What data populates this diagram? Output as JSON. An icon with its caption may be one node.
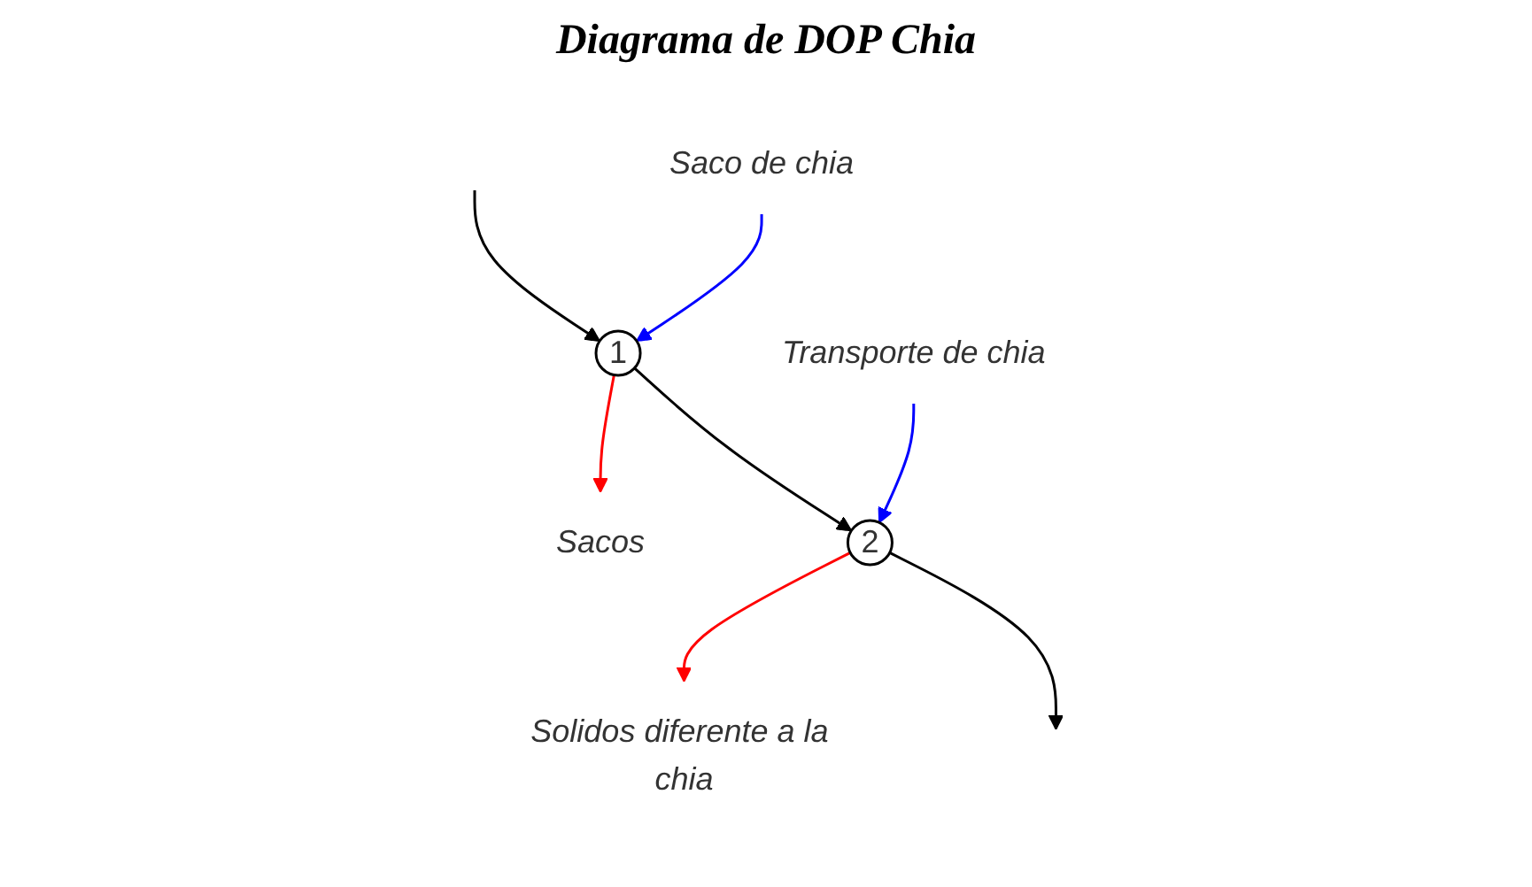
{
  "diagram": {
    "title": "Diagrama de DOP Chia",
    "nodes": [
      {
        "text": [
          "Saco de chia"
        ]
      },
      {
        "text": [
          "1"
        ]
      },
      {
        "text": [
          "Sacos"
        ]
      },
      {
        "text": [
          "Transporte de chia"
        ]
      },
      {
        "text": [
          "2"
        ]
      },
      {
        "text": [
          "Solidos diferente a la chia"
        ]
      }
    ],
    "edges": [
      {
        "from": null,
        "to": 1,
        "arrow": "to"
      },
      {
        "from": 0,
        "to": 1,
        "arrow": "to",
        "color": "#0000ff"
      },
      {
        "from": 1,
        "to": 4,
        "arrow": "to"
      },
      {
        "from": 1,
        "to": 2,
        "arrow": "to",
        "color": "#ff0000"
      },
      {
        "from": 3,
        "to": 4,
        "arrow": "to",
        "color": "#0000ff"
      },
      {
        "from": 4,
        "to": 5,
        "arrow": "to",
        "color": "#ff0000"
      },
      {
        "from": 4,
        "to": null,
        "arrow": "to"
      }
    ]
  }
}
